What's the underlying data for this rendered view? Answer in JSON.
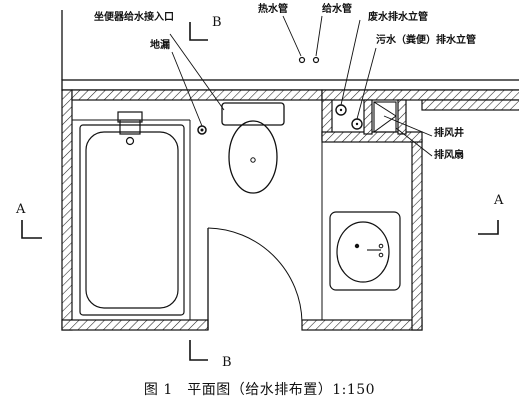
{
  "labels": {
    "toilet_inlet": "坐便器给水接入口",
    "floor_drain": "地漏",
    "hot_pipe": "热水管",
    "cold_pipe": "给水管",
    "waste_riser": "废水排水立管",
    "sewage_riser": "污水（粪便）排水立管",
    "vent_shaft": "排风井",
    "exhaust_fan": "排风扇"
  },
  "section_marks": {
    "b_top": "B",
    "b_bottom": "B",
    "a_left": "A",
    "a_right": "A"
  },
  "caption": "图 1　平面图（给水排布置）1:150"
}
